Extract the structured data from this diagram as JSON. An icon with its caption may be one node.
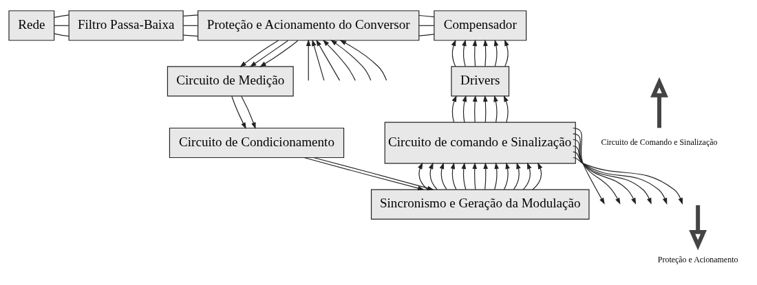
{
  "diagram": {
    "nodes": [
      {
        "text": [
          "Rede"
        ]
      },
      {
        "text": [
          "Filtro Passa-Baixa"
        ]
      },
      {
        "text": [
          "Proteção e Acionamento do Conversor"
        ]
      },
      {
        "text": [
          "Compensador"
        ]
      },
      {
        "text": [
          "Circuito de Medição"
        ]
      },
      {
        "text": [
          "Drivers"
        ]
      },
      {
        "text": [
          "Circuito de Condicionamento"
        ]
      },
      {
        "text": [
          "Circuito de comando e Sinalização"
        ]
      },
      {
        "text": [
          "Sincronismo e Geração da Modulação"
        ]
      },
      {
        "text": [
          "Circuito de Comando e Sinalização"
        ]
      },
      {
        "text": [
          "Proteção e Acionamento"
        ]
      }
    ],
    "edges": [
      {
        "from": 0,
        "to": 1,
        "arrow": "none"
      },
      {
        "from": 0,
        "to": 1,
        "arrow": "none"
      },
      {
        "from": 0,
        "to": 1,
        "arrow": "none"
      },
      {
        "from": 1,
        "to": 2,
        "arrow": "none"
      },
      {
        "from": 1,
        "to": 2,
        "arrow": "none"
      },
      {
        "from": 1,
        "to": 2,
        "arrow": "none"
      },
      {
        "from": 2,
        "to": 3,
        "arrow": "none"
      },
      {
        "from": 2,
        "to": 3,
        "arrow": "none"
      },
      {
        "from": 2,
        "to": 3,
        "arrow": "none"
      },
      {
        "from": 2,
        "to": 4,
        "arrow": "to"
      },
      {
        "from": 2,
        "to": 4,
        "arrow": "to"
      },
      {
        "from": 2,
        "to": 4,
        "arrow": "to"
      },
      {
        "from": 4,
        "to": 6,
        "arrow": "to"
      },
      {
        "from": 4,
        "to": 6,
        "arrow": "to"
      },
      {
        "from": 6,
        "to": 8,
        "arrow": "to"
      },
      {
        "from": 6,
        "to": 8,
        "arrow": "to"
      },
      {
        "from": 8,
        "to": 7,
        "arrow": "to"
      },
      {
        "from": 8,
        "to": 7,
        "arrow": "to"
      },
      {
        "from": 8,
        "to": 7,
        "arrow": "to"
      },
      {
        "from": 8,
        "to": 7,
        "arrow": "to"
      },
      {
        "from": 8,
        "to": 7,
        "arrow": "to"
      },
      {
        "from": 8,
        "to": 7,
        "arrow": "to"
      },
      {
        "from": 8,
        "to": 7,
        "arrow": "to"
      },
      {
        "from": 8,
        "to": 7,
        "arrow": "to"
      },
      {
        "from": 8,
        "to": 7,
        "arrow": "to"
      },
      {
        "from": 8,
        "to": 7,
        "arrow": "to"
      },
      {
        "from": 8,
        "to": 7,
        "arrow": "to"
      },
      {
        "from": 8,
        "to": 7,
        "arrow": "to"
      },
      {
        "from": 7,
        "to": 5,
        "arrow": "to"
      },
      {
        "from": 7,
        "to": 5,
        "arrow": "to"
      },
      {
        "from": 7,
        "to": 5,
        "arrow": "to"
      },
      {
        "from": 7,
        "to": 5,
        "arrow": "to"
      },
      {
        "from": 7,
        "to": 5,
        "arrow": "to"
      },
      {
        "from": 7,
        "to": 5,
        "arrow": "to"
      },
      {
        "from": 5,
        "to": 3,
        "arrow": "to"
      },
      {
        "from": 5,
        "to": 3,
        "arrow": "to"
      },
      {
        "from": 5,
        "to": 3,
        "arrow": "to"
      },
      {
        "from": 5,
        "to": 3,
        "arrow": "to"
      },
      {
        "from": 5,
        "to": 3,
        "arrow": "to"
      },
      {
        "from": 5,
        "to": 3,
        "arrow": "to"
      },
      {
        "from": null,
        "to": 2,
        "arrow": "to"
      },
      {
        "from": null,
        "to": 2,
        "arrow": "to"
      },
      {
        "from": null,
        "to": 2,
        "arrow": "to"
      },
      {
        "from": null,
        "to": 2,
        "arrow": "to"
      },
      {
        "from": null,
        "to": 2,
        "arrow": "to"
      },
      {
        "from": null,
        "to": 2,
        "arrow": "to"
      },
      {
        "from": 9,
        "to": null,
        "arrow": "to",
        "style": "thick"
      },
      {
        "from": 7,
        "to": null,
        "arrow": "to"
      },
      {
        "from": 7,
        "to": null,
        "arrow": "to"
      },
      {
        "from": 7,
        "to": null,
        "arrow": "to"
      },
      {
        "from": 7,
        "to": null,
        "arrow": "to"
      },
      {
        "from": 7,
        "to": null,
        "arrow": "to"
      },
      {
        "from": 7,
        "to": null,
        "arrow": "to"
      },
      {
        "from": null,
        "to": 10,
        "arrow": "to",
        "style": "thick"
      }
    ]
  }
}
